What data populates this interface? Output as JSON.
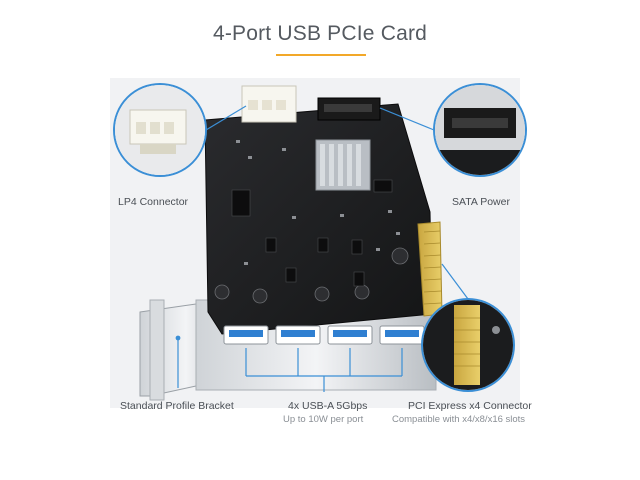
{
  "title": "4-Port USB PCIe Card",
  "labels": {
    "lp4": "LP4 Connector",
    "sata": "SATA Power",
    "bracket": "Standard Profile Bracket",
    "usb": "4x USB-A 5Gbps",
    "usb_sub": "Up to 10W per port",
    "pcie": "PCI Express x4 Connector",
    "pcie_sub": "Compatible with x4/x8/x16 slots"
  },
  "colors": {
    "accent": "#f2a829",
    "usb_blue": "#2f7fd1",
    "callout_blue": "#3b8fd6",
    "board": "#1b1c1e"
  },
  "icons": [
    "lp4-connector-callout",
    "sata-connector-callout",
    "pcie-connector-callout"
  ]
}
